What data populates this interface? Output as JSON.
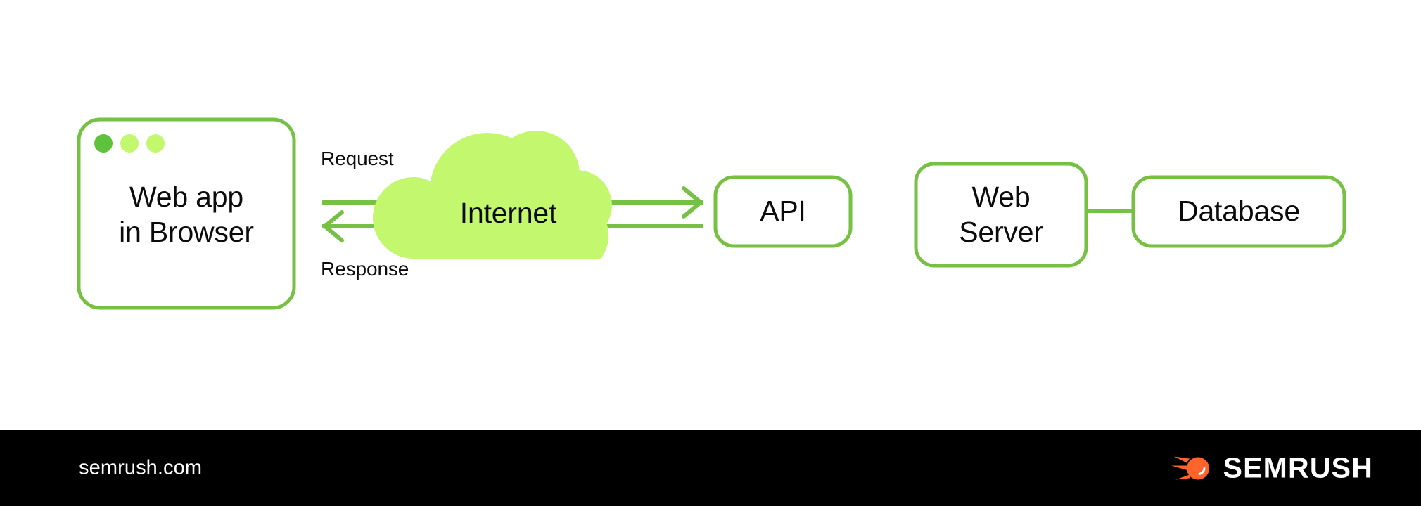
{
  "diagram": {
    "title_text_absent": "",
    "colors": {
      "node_stroke": "#76C043",
      "cloud_fill": "#C2F76E",
      "line": "#76C043",
      "text": "#0B0B0B",
      "background": "#FFFFFF",
      "footer_background": "#000000",
      "footer_text": "#FFFFFF",
      "brand_orange": "#FF642D",
      "dot_active": "#5FC23C",
      "dot_idle": "#C2F76E"
    },
    "nodes": [
      {
        "id": "browser",
        "label": "Web app\nin Browser",
        "shape": "browser-window"
      },
      {
        "id": "internet",
        "label": "Internet",
        "shape": "cloud"
      },
      {
        "id": "api",
        "label": "API",
        "shape": "rounded-rect"
      },
      {
        "id": "webserver",
        "label": "Web\nServer",
        "shape": "rounded-rect"
      },
      {
        "id": "database",
        "label": "Database",
        "shape": "rounded-rect"
      }
    ],
    "edges": [
      {
        "id": "request",
        "label": "Request",
        "from": "browser",
        "to": "api",
        "direction": "right"
      },
      {
        "id": "response",
        "label": "Response",
        "from": "api",
        "to": "browser",
        "direction": "left"
      },
      {
        "id": "server-db",
        "label": "",
        "from": "webserver",
        "to": "database",
        "direction": "none"
      }
    ],
    "browser_dots": [
      "dot-active",
      "dot-idle",
      "dot-idle"
    ]
  },
  "footer": {
    "url": "semrush.com",
    "brand": "SEMRUSH",
    "logo_icon": "semrush-comet-icon"
  }
}
